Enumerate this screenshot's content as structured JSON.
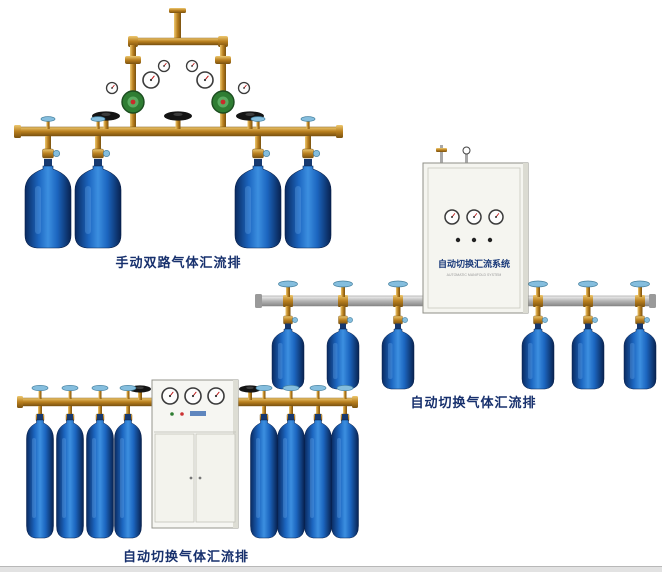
{
  "page": {
    "background": "#ffffff",
    "caption_color": "#17306d",
    "footer_rule_color": "#e2e2e2"
  },
  "products": [
    {
      "name": "manual-dual-line-gas-manifold",
      "caption": "手动双路气体汇流排",
      "cylinder_count": 4,
      "colors": {
        "pipe_brass": "#b97f1e",
        "cylinder_blue": "#1c66c0",
        "regulator_green": "#2f7d33",
        "handwheel_black": "#141414",
        "valve_wheel_blue": "#85bede"
      }
    },
    {
      "name": "auto-switch-gas-manifold",
      "caption": "自动切换气体汇流排",
      "cabinet_label": "自动切换汇流系统",
      "cabinet_sublabel": "AUTOMATIC MANIFOLD SYSTEM",
      "cylinder_count": 6,
      "colors": {
        "pipe_silver": "#b5b5b5",
        "cabinet": "#f5f5f0",
        "cylinder_blue": "#1c66c0",
        "valve_wheel_blue": "#85bede"
      }
    },
    {
      "name": "auto-switch-gas-manifold-8",
      "caption": "自动切换气体汇流排",
      "cylinder_count": 8,
      "colors": {
        "pipe_brass": "#b97f1e",
        "cabinet": "#f6f6f2",
        "cylinder_blue": "#1c66c0",
        "valve_wheel_blue": "#85bede"
      }
    }
  ]
}
